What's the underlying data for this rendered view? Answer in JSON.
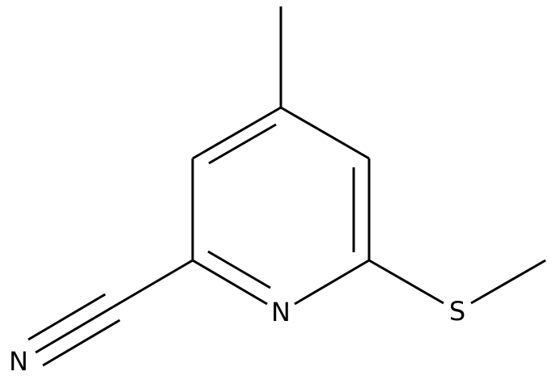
{
  "atoms": {
    "ring_nitrogen": "N",
    "nitrile_nitrogen": "N",
    "sulfur": "S"
  },
  "colors": {
    "background": "#ffffff",
    "ink": "#000000"
  }
}
